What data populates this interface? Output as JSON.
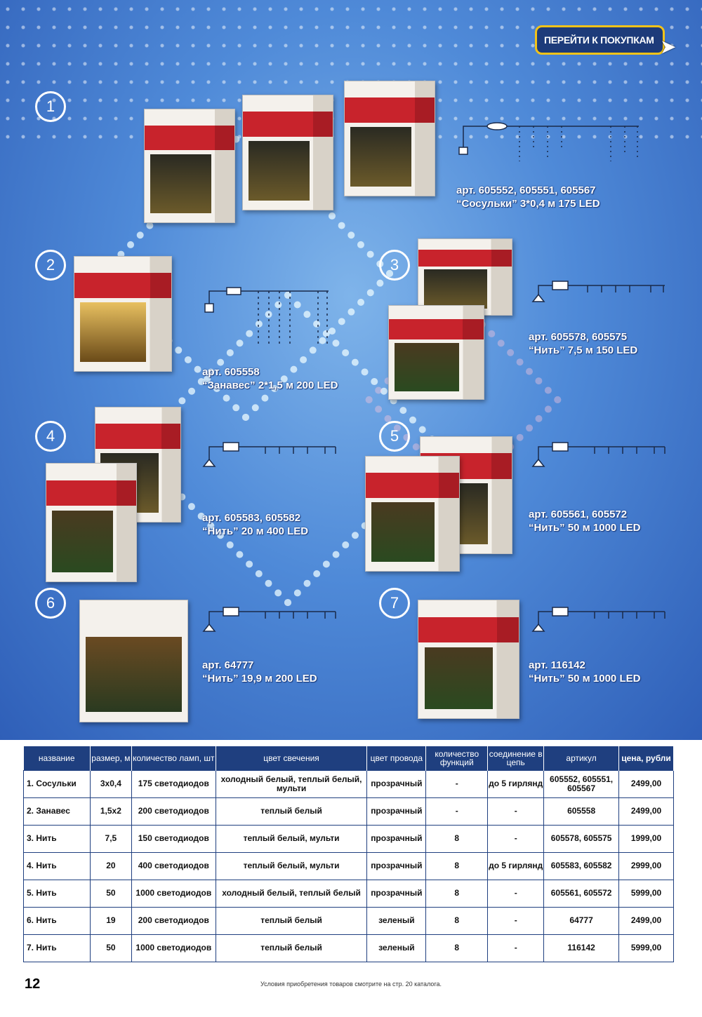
{
  "cta": {
    "label": "ПЕРЕЙТИ К ПОКУПКАМ"
  },
  "products": [
    {
      "num": "1",
      "art": "арт. 605552, 605551, 605567",
      "desc": "“Сосульки” 3*0,4 м 175 LED"
    },
    {
      "num": "2",
      "art": "арт. 605558",
      "desc": "“Занавес” 2*1,5 м 200 LED"
    },
    {
      "num": "3",
      "art": "арт. 605578, 605575",
      "desc": "“Нить” 7,5 м 150 LED"
    },
    {
      "num": "4",
      "art": "арт. 605583, 605582",
      "desc": "“Нить” 20 м 400 LED"
    },
    {
      "num": "5",
      "art": "арт. 605561, 605572",
      "desc": "“Нить” 50 м 1000 LED"
    },
    {
      "num": "6",
      "art": "арт. 64777",
      "desc": "“Нить” 19,9 м 200 LED"
    },
    {
      "num": "7",
      "art": "арт. 116142",
      "desc": "“Нить” 50 м 1000 LED"
    }
  ],
  "table": {
    "headers": [
      "название",
      "размер, м",
      "количество ламп, шт",
      "цвет свечения",
      "цвет провода",
      "количество функций",
      "соединение в цепь",
      "артикул",
      "цена, рубли"
    ],
    "rows": [
      [
        "1. Сосульки",
        "3x0,4",
        "175 светодиодов",
        "холодный белый, теплый белый, мульти",
        "прозрачный",
        "-",
        "до 5 гирлянд",
        "605552, 605551, 605567",
        "2499,00"
      ],
      [
        "2. Занавес",
        "1,5x2",
        "200 светодиодов",
        "теплый белый",
        "прозрачный",
        "-",
        "-",
        "605558",
        "2499,00"
      ],
      [
        "3. Нить",
        "7,5",
        "150 светодиодов",
        "теплый белый, мульти",
        "прозрачный",
        "8",
        "-",
        "605578, 605575",
        "1999,00"
      ],
      [
        "4. Нить",
        "20",
        "400 светодиодов",
        "теплый белый, мульти",
        "прозрачный",
        "8",
        "до 5 гирлянд",
        "605583, 605582",
        "2999,00"
      ],
      [
        "5. Нить",
        "50",
        "1000 светодиодов",
        "холодный белый, теплый белый",
        "прозрачный",
        "8",
        "-",
        "605561, 605572",
        "5999,00"
      ],
      [
        "6. Нить",
        "19",
        "200 светодиодов",
        "теплый белый",
        "зеленый",
        "8",
        "-",
        "64777",
        "2499,00"
      ],
      [
        "7. Нить",
        "50",
        "1000 светодиодов",
        "теплый белый",
        "зеленый",
        "8",
        "-",
        "116142",
        "5999,00"
      ]
    ]
  },
  "footer": {
    "page": "12",
    "note": "Условия приобретения товаров смотрите на стр. 20 каталога."
  }
}
